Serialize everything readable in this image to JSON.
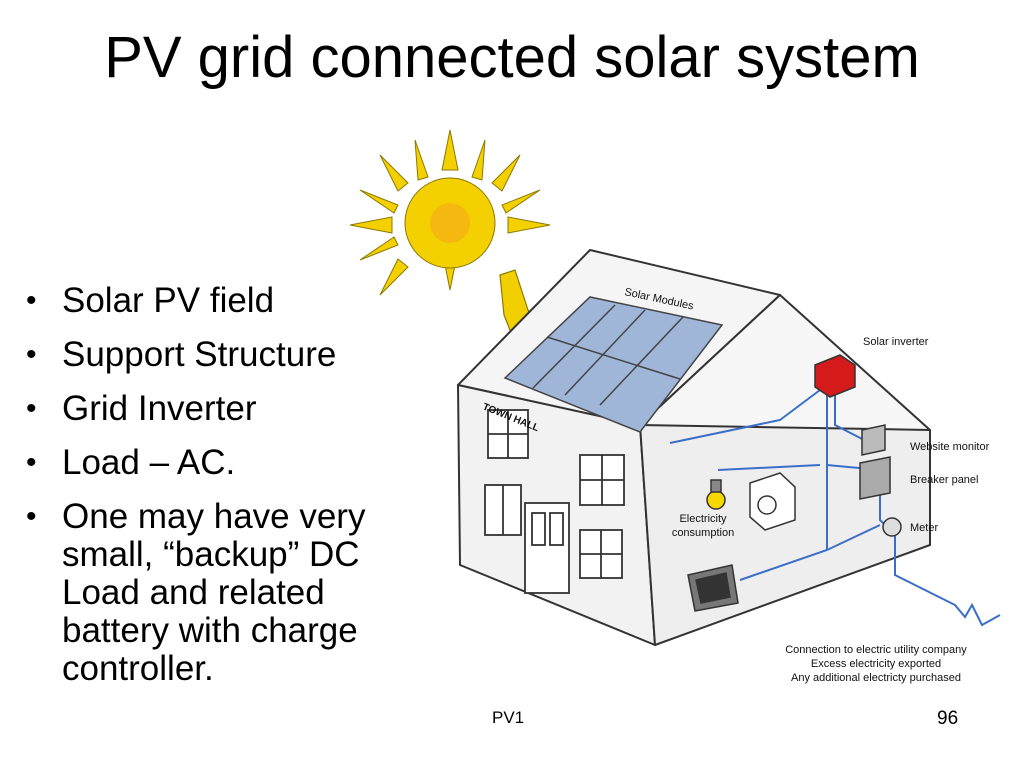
{
  "slide": {
    "title": "PV grid connected solar system",
    "bullets": [
      "Solar PV field",
      "Support Structure",
      "Grid Inverter",
      "Load – AC.",
      "One may have very small, “backup” DC Load and related battery with charge controller."
    ],
    "footer_center": "PV1",
    "page_number": "96"
  },
  "diagram": {
    "building_sign": "TOWN HALL",
    "labels": {
      "solar_modules": "Solar Modules",
      "solar_inverter": "Solar inverter",
      "website_monitor": "Website monitor",
      "breaker_panel": "Breaker panel",
      "meter": "Meter",
      "electricity_consumption_line1": "Electricity",
      "electricity_consumption_line2": "consumption",
      "utility_line1": "Connection to electric utility company",
      "utility_line2": "Excess electricity exported",
      "utility_line3": "Any additional electricty purchased"
    },
    "colors": {
      "sun": "#f5d000",
      "sun_core": "#f4a020",
      "arrow": "#f2d000",
      "panel": "#9fb6d8",
      "inverter": "#d41a1a",
      "wire": "#3a6ec8"
    }
  }
}
